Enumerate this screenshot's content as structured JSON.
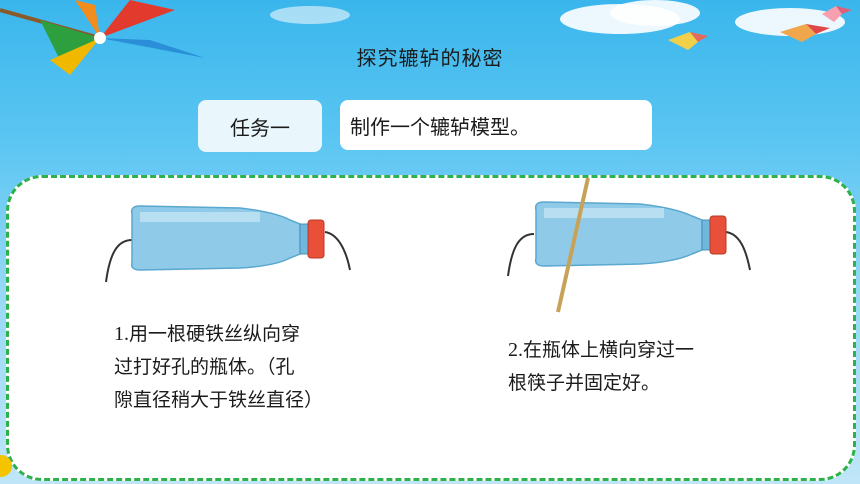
{
  "slide": {
    "title": "探究辘轳的秘密",
    "task_label": "任务一",
    "task_description": "制作一个辘轳模型。"
  },
  "steps": [
    {
      "number": "1.",
      "lines": [
        "用一根硬铁丝纵向穿",
        "过打好孔的瓶体。（孔",
        "隙直径稍大于铁丝直径）"
      ]
    },
    {
      "number": "2.",
      "lines": [
        "在瓶体上横向穿过一",
        "根筷子并固定好。"
      ]
    }
  ],
  "colors": {
    "panel_border": "#2eb14b",
    "sky_top": "#3ab6ec",
    "bottle_body": "#8fcbe8",
    "bottle_cap": "#e8503a"
  },
  "decorations": [
    "pinwheel-icon",
    "kite-icon",
    "cloud"
  ]
}
